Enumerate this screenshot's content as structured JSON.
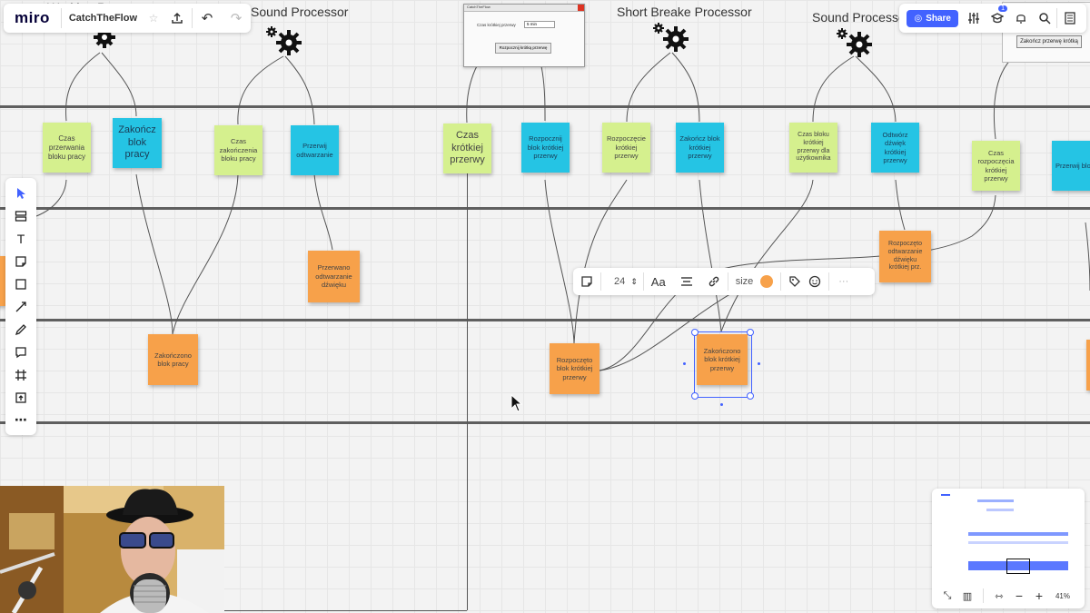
{
  "app": {
    "logo": "miro",
    "board_name": "CatchTheFlow",
    "share_label": "Share",
    "notif_count": "1"
  },
  "columns": {
    "working_processor": "Working Processor",
    "sound_processor_1": "Sound Processor",
    "short_break_processor": "Short Breake Processor",
    "sound_processor_2": "Sound Processor"
  },
  "stickies": {
    "czas_przerwania": "Czas przerwania bloku pracy",
    "zakoncz_blok": "Zakończ blok pracy",
    "czas_zakonczenia": "Czas zakończenia bloku pracy",
    "przerwij_odtwarzanie": "Przerwij odtwarzanie",
    "czas_krotkiej": "Czas krótkiej przerwy",
    "rozpocznij_blok": "Rozpocznij blok krótkiej przerwy",
    "rozpoczecie_krotkiej": "Rozpoczęcie krótkiej przerwy",
    "zakoncz_blok_krotkiej": "Zakończ blok krótkiej przerwy",
    "czas_bloku_krotkiej": "Czas bloku krótkiej przerwy dla użytkownika",
    "odtworz_dzwiek": "Odtwórz dźwięk krótkiej przerwy",
    "czas_rozpoczecia": "Czas rozpoczęcia krótkiej przerwy",
    "przerwij_right": "Przerwij blok",
    "przerwano_odtwarzanie": "Przerwano odtwarzanie dźwięku",
    "zakonczono_blok_pracy": "Zakończono blok pracy",
    "rozpoczeto_blok_krotkiej": "Rozpoczęto blok krótkiej przerwy",
    "zakonczono_blok_krotkiej": "Zakończono blok krótkiej przerwy",
    "rozpoczeto_odtwarzanie": "Rozpoczęto odtwarzanie dźwięku krótkiej prz."
  },
  "screenshot_window": {
    "title": "CatchTheFlow",
    "field_label": "Czas krótkiej przerwy",
    "field_value": "5 min",
    "button": "Rozpocznij krótką przerwę"
  },
  "top_right_widget": {
    "button": "Zakończ przerwę krótką"
  },
  "context_toolbar": {
    "font_size": "24",
    "text_label": "Aa",
    "size_label": "size",
    "sticky_color": "#f7a14a",
    "more": "···"
  },
  "minimap": {
    "zoom": "41%"
  },
  "colors": {
    "green_sticky": "#d5f08e",
    "cyan_sticky": "#25c4e4",
    "orange_sticky": "#f7a14a",
    "accent": "#4262ff"
  }
}
